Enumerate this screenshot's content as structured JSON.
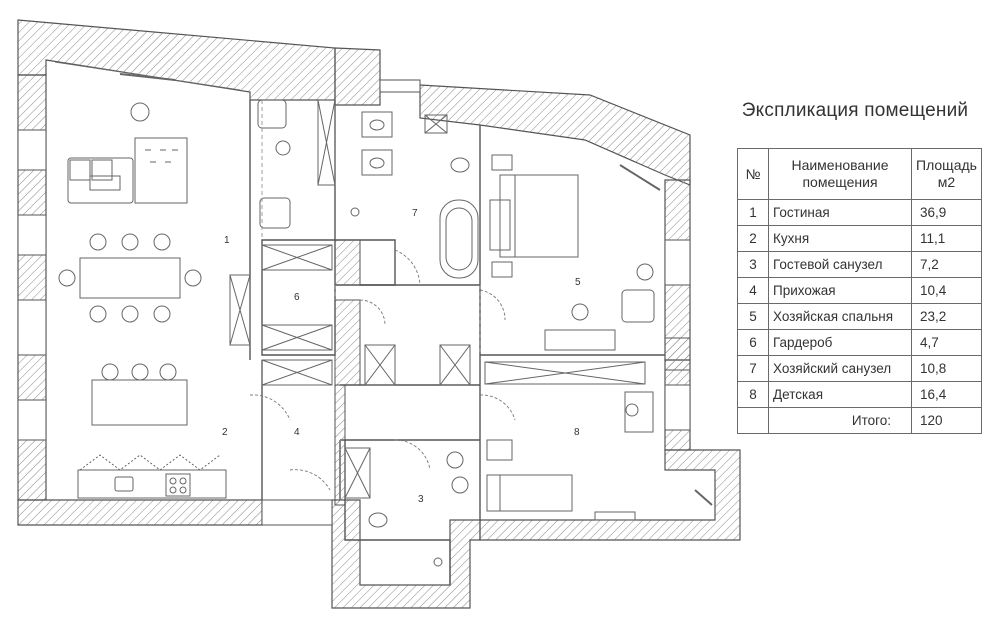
{
  "explication": {
    "title": "Экспликация помещений",
    "headers": {
      "num": "№",
      "name": "Наименование помещения",
      "area": "Площадь м2"
    },
    "rows": [
      {
        "num": "1",
        "name": "Гостиная",
        "area": "36,9"
      },
      {
        "num": "2",
        "name": "Кухня",
        "area": "11,1"
      },
      {
        "num": "3",
        "name": "Гостевой санузел",
        "area": "7,2"
      },
      {
        "num": "4",
        "name": "Прихожая",
        "area": "10,4"
      },
      {
        "num": "5",
        "name": "Хозяйская спальня",
        "area": "23,2"
      },
      {
        "num": "6",
        "name": "Гардероб",
        "area": "4,7"
      },
      {
        "num": "7",
        "name": "Хозяйский санузел",
        "area": "10,8"
      },
      {
        "num": "8",
        "name": "Детская",
        "area": "16,4"
      }
    ],
    "total_label": "Итого:",
    "total_value": "120"
  },
  "room_labels": [
    "1",
    "2",
    "3",
    "4",
    "5",
    "6",
    "7",
    "8"
  ],
  "colors": {
    "wall_hatch": "#8a8a8a",
    "line": "#555555",
    "furniture": "#666666"
  }
}
